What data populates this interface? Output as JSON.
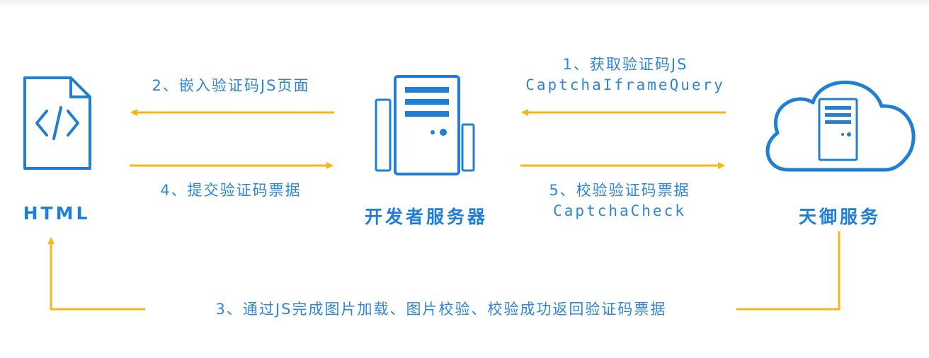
{
  "nodes": {
    "html": "HTML",
    "dev_server": "开发者服务器",
    "tianyu": "天御服务"
  },
  "steps": {
    "step1_line1": "1、获取验证码JS",
    "step1_line2": "CaptchaIframeQuery",
    "step2": "2、嵌入验证码JS页面",
    "step3": "3、通过JS完成图片加载、图片校验、校验成功返回验证码票据",
    "step4": "4、提交验证码票据",
    "step5_line1": "5、校验验证码票据",
    "step5_line2": "CaptchaCheck"
  },
  "colors": {
    "blue": "#1f7fd6",
    "arrow": "#f5b51b"
  },
  "icons": {
    "html": "html-document-icon",
    "server": "server-icon",
    "cloud": "cloud-server-icon"
  }
}
